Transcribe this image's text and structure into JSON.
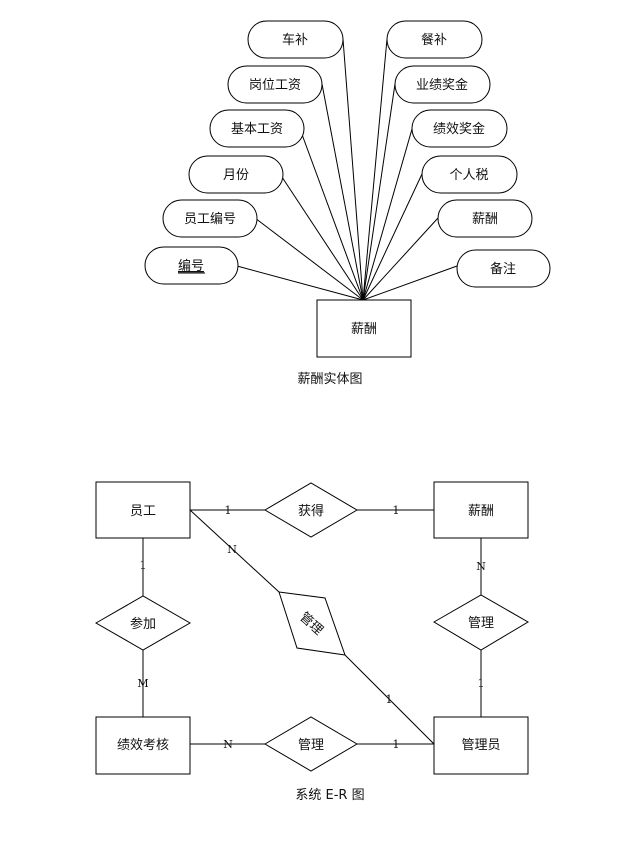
{
  "entity_diagram": {
    "entity": "薪酬",
    "caption": "薪酬实体图",
    "attributes_left": [
      "车补",
      "岗位工资",
      "基本工资",
      "月份",
      "员工编号",
      "编号"
    ],
    "attributes_right": [
      "餐补",
      "业绩奖金",
      "绩效奖金",
      "个人税",
      "薪酬",
      "备注"
    ],
    "key_attribute": "编号"
  },
  "er_diagram": {
    "caption": "系统 E-R 图",
    "entities": {
      "employee": "员工",
      "salary": "薪酬",
      "assessment": "绩效考核",
      "admin": "管理员"
    },
    "relationships": {
      "obtain": "获得",
      "participate": "参加",
      "manage_emp": "管理",
      "manage_salary": "管理",
      "manage_assess": "管理"
    },
    "cardinalities": {
      "emp_obtain": "1",
      "obtain_salary": "1",
      "emp_participate": "1",
      "participate_assess": "M",
      "emp_manage": "N",
      "manage_admin": "1",
      "salary_manage": "N",
      "manage_admin_right": "1",
      "assess_manage": "N",
      "manage_admin_bottom": "1"
    }
  }
}
